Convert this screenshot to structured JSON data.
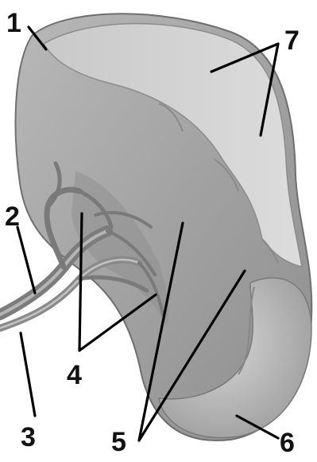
{
  "labels": {
    "l1": "1",
    "l2": "2",
    "l3": "3",
    "l4": "4",
    "l5": "5",
    "l6": "6",
    "l7": "7"
  },
  "colors": {
    "organ_light": "#cfcfcf",
    "organ_mid": "#a9a9a9",
    "organ_dark": "#7d7d7d",
    "vessel": "#8a8a8a",
    "line": "#000000"
  }
}
